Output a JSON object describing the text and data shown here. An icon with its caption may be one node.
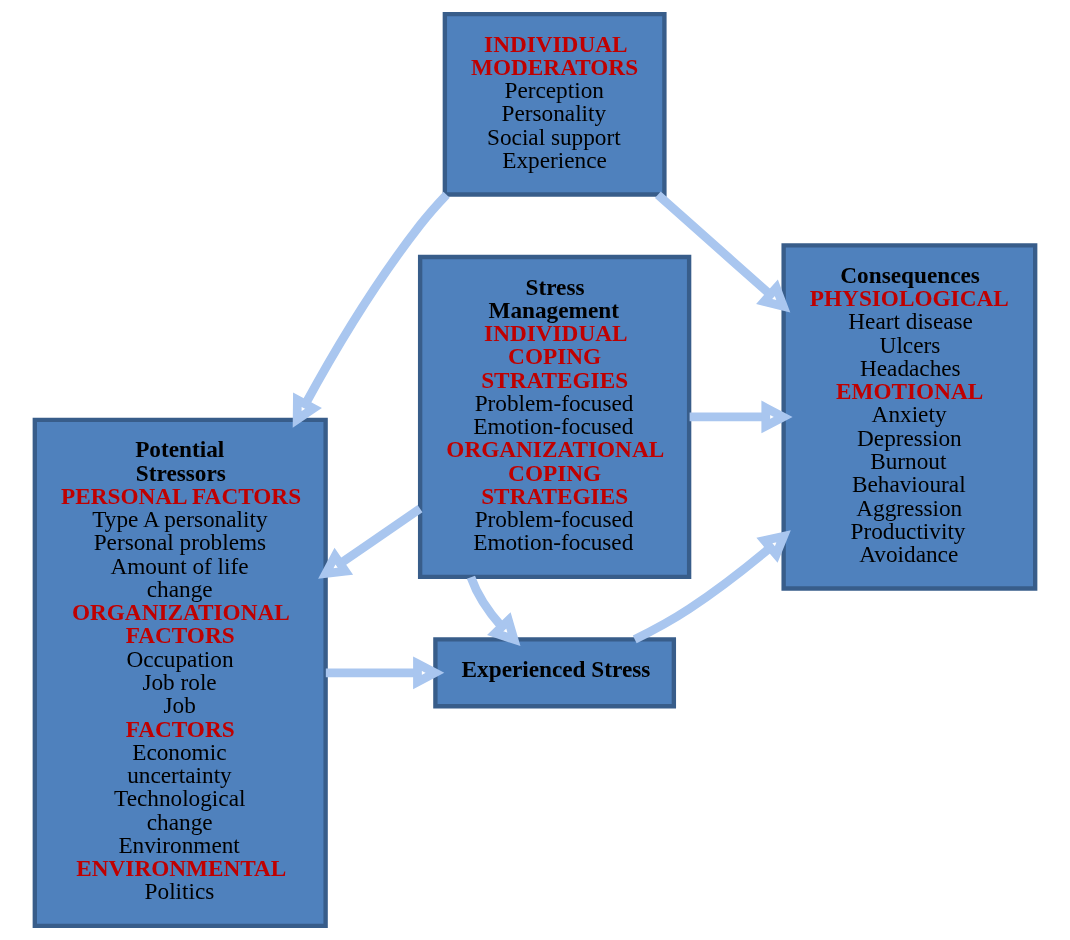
{
  "diagram": {
    "nodes": [
      {
        "text": [
          "Potential Stressors",
          "PERSONAL FACTORS",
          "Type A personality",
          "Personal problems",
          "Amount of life change",
          "ORGANIZATIONAL FACTORS",
          "Occupation",
          "Job role",
          "Job",
          "FACTORS",
          "Economic uncertainty",
          "Technological change",
          "Environment",
          "ENVIRONMENTAL",
          "Politics"
        ]
      },
      {
        "text": [
          "INDIVIDUAL MODERATORS",
          "Perception",
          "Personality",
          "Social support",
          "Experience"
        ]
      },
      {
        "text": [
          "Consequences",
          "PHYSIOLOGICAL",
          "Heart disease",
          "Ulcers",
          "Headaches",
          "EMOTIONAL",
          "Anxiety",
          "Depression",
          "Burnout",
          "Behavioural",
          "Aggression",
          "Productivity",
          "Avoidance"
        ]
      },
      {
        "text": [
          "Experienced Stress"
        ]
      },
      {
        "text": [
          "Stress Management",
          "INDIVIDUAL COPING STRATEGIES",
          "Problem-focused",
          "Emotion-focused",
          "ORGANIZATIONAL COPING STRATEGIES",
          "Problem-focused",
          "Emotion-focused"
        ]
      }
    ],
    "edges": [
      {
        "from": 1,
        "to": 0,
        "arrow": "to"
      },
      {
        "from": 1,
        "to": 2,
        "arrow": "to"
      },
      {
        "from": 0,
        "to": 3,
        "arrow": "to"
      },
      {
        "from": 3,
        "to": 2,
        "arrow": "to"
      },
      {
        "from": 4,
        "to": 3,
        "arrow": "to"
      },
      {
        "from": 4,
        "to": 0,
        "arrow": "to"
      },
      {
        "from": 4,
        "to": 2,
        "arrow": "to"
      }
    ]
  }
}
